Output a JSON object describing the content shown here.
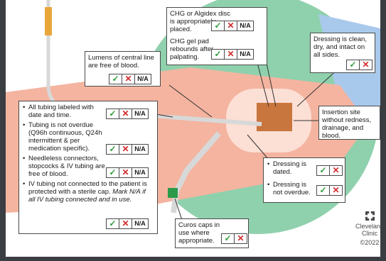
{
  "boxes": {
    "chg_disc": "CHG or Algidex disc is appropriately placed.",
    "chg_gel": "CHG gel pad rebounds after palpating.",
    "lumens": "Lumens of central line are free of blood.",
    "dressing_clean": "Dressing is clean, dry, and intact on all sides.",
    "insertion": "Insertion site without redness, drainage, and blood.",
    "dated": "Dressing is dated.",
    "not_overdue": "Dressing is not overdue.",
    "curos": "Curos caps in use where appropriate.",
    "tubing": {
      "labeled": "All tubing labeled with date and time.",
      "overdue": "Tubing is not overdue (Q96h continuous, Q24h intermittent & per medication specific).",
      "connectors": "Needleless connectors, stopcocks & IV tubing are free of blood.",
      "iv_prefix": "IV tubing not connected to the patient is protected with a sterile cap.",
      "iv_italic": "Mark N/A if all IV tubing connected and in use."
    }
  },
  "marks": {
    "yes": "✓",
    "no": "✕",
    "na": "N/A"
  },
  "logo": {
    "line1": "Cleveland",
    "line2": "Clinic",
    "year": "©2022"
  },
  "colors": {
    "green": "#2e9e3a",
    "red": "#d12a2a",
    "skin": "#f4b4a0",
    "field": "#8fd1ad",
    "dressing": "#c8763e"
  }
}
